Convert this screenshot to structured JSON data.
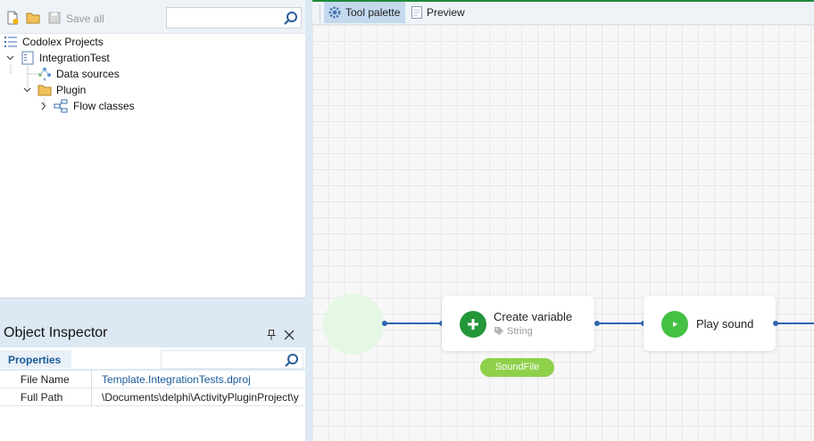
{
  "toolbar": {
    "icons": [
      "new-file-icon",
      "open-folder-icon",
      "save-all-icon",
      "search-icon"
    ],
    "save_all_label": "Save all",
    "search_placeholder": ""
  },
  "tree": {
    "items": [
      {
        "label": "Codolex Projects",
        "icon": "list-icon",
        "expander": ""
      },
      {
        "label": "IntegrationTest",
        "icon": "project-icon",
        "expander": "expanded"
      },
      {
        "label": "Data sources",
        "icon": "data-sources-icon",
        "expander": ""
      },
      {
        "label": "Plugin",
        "icon": "folder-icon",
        "expander": "expanded"
      },
      {
        "label": "Flow classes",
        "icon": "flow-classes-icon",
        "expander": "collapsed"
      }
    ]
  },
  "inspector": {
    "title": "Object Inspector",
    "tab_label": "Properties",
    "search_placeholder": "",
    "properties": [
      {
        "name": "File Name",
        "value": "Template.IntegrationTests.dproj"
      },
      {
        "name": "Full Path",
        "value": "\\Documents\\delphi\\ActivityPluginProject\\y"
      }
    ]
  },
  "designer": {
    "tool_palette_label": "Tool palette",
    "preview_label": "Preview",
    "nodes": [
      {
        "title": "Create variable",
        "subtitle": "String",
        "badge": "SoundFile",
        "icon": "plus-icon"
      },
      {
        "title": "Play sound",
        "subtitle": "",
        "icon": "play-icon"
      }
    ]
  },
  "colors": {
    "accent_blue": "#2e66b0",
    "node_green_dark": "#23963a",
    "node_green_light": "#44c043",
    "badge_green": "#8ed04a",
    "start_node": "#e4f8e4",
    "link_blue": "#1a5a9a"
  }
}
